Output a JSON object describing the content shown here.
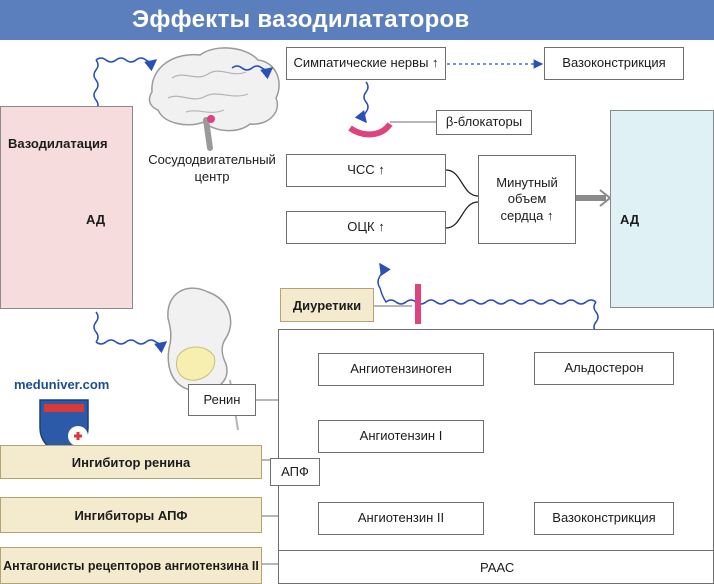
{
  "title": "Эффекты вазодилататоров",
  "watermark": "meduniver.com",
  "colors": {
    "title_bar": "#5b7fbd",
    "drug_box": "#f4ebce",
    "left_panel": "#f6dcdc",
    "right_panel": "#dff1f4",
    "blocker": "#e0417f",
    "wave": "#2a4fb8"
  },
  "nodes": {
    "sympathetic": "Симпатические нервы",
    "vasoconstriction_top": "Вазоконстрикция",
    "beta_blockers": "β-блокаторы",
    "vasomotor_line1": "Сосудодвигательный",
    "vasomotor_line2": "центр",
    "hr": "ЧСС",
    "bcv": "ОЦК",
    "cardiac_output_1": "Минутный",
    "cardiac_output_2": "объем",
    "cardiac_output_3": "сердца",
    "vasodilation": "Вазодилатация",
    "bp_left": "АД",
    "bp_right": "АД",
    "diuretics": "Диуретики",
    "renin": "Ренин",
    "angiotensinogen": "Ангиотензиноген",
    "angiotensin1": "Ангиотензин I",
    "ace": "АПФ",
    "angiotensin2": "Ангиотензин II",
    "aldosterone": "Альдостерон",
    "vasoconstriction_bottom": "Вазоконстрикция",
    "renin_inhibitor": "Ингибитор ренина",
    "ace_inhibitors": "Ингибиторы АПФ",
    "at2_antagonists": "Антагонисты рецепторов ангиотензина II",
    "raas": "РААС"
  }
}
